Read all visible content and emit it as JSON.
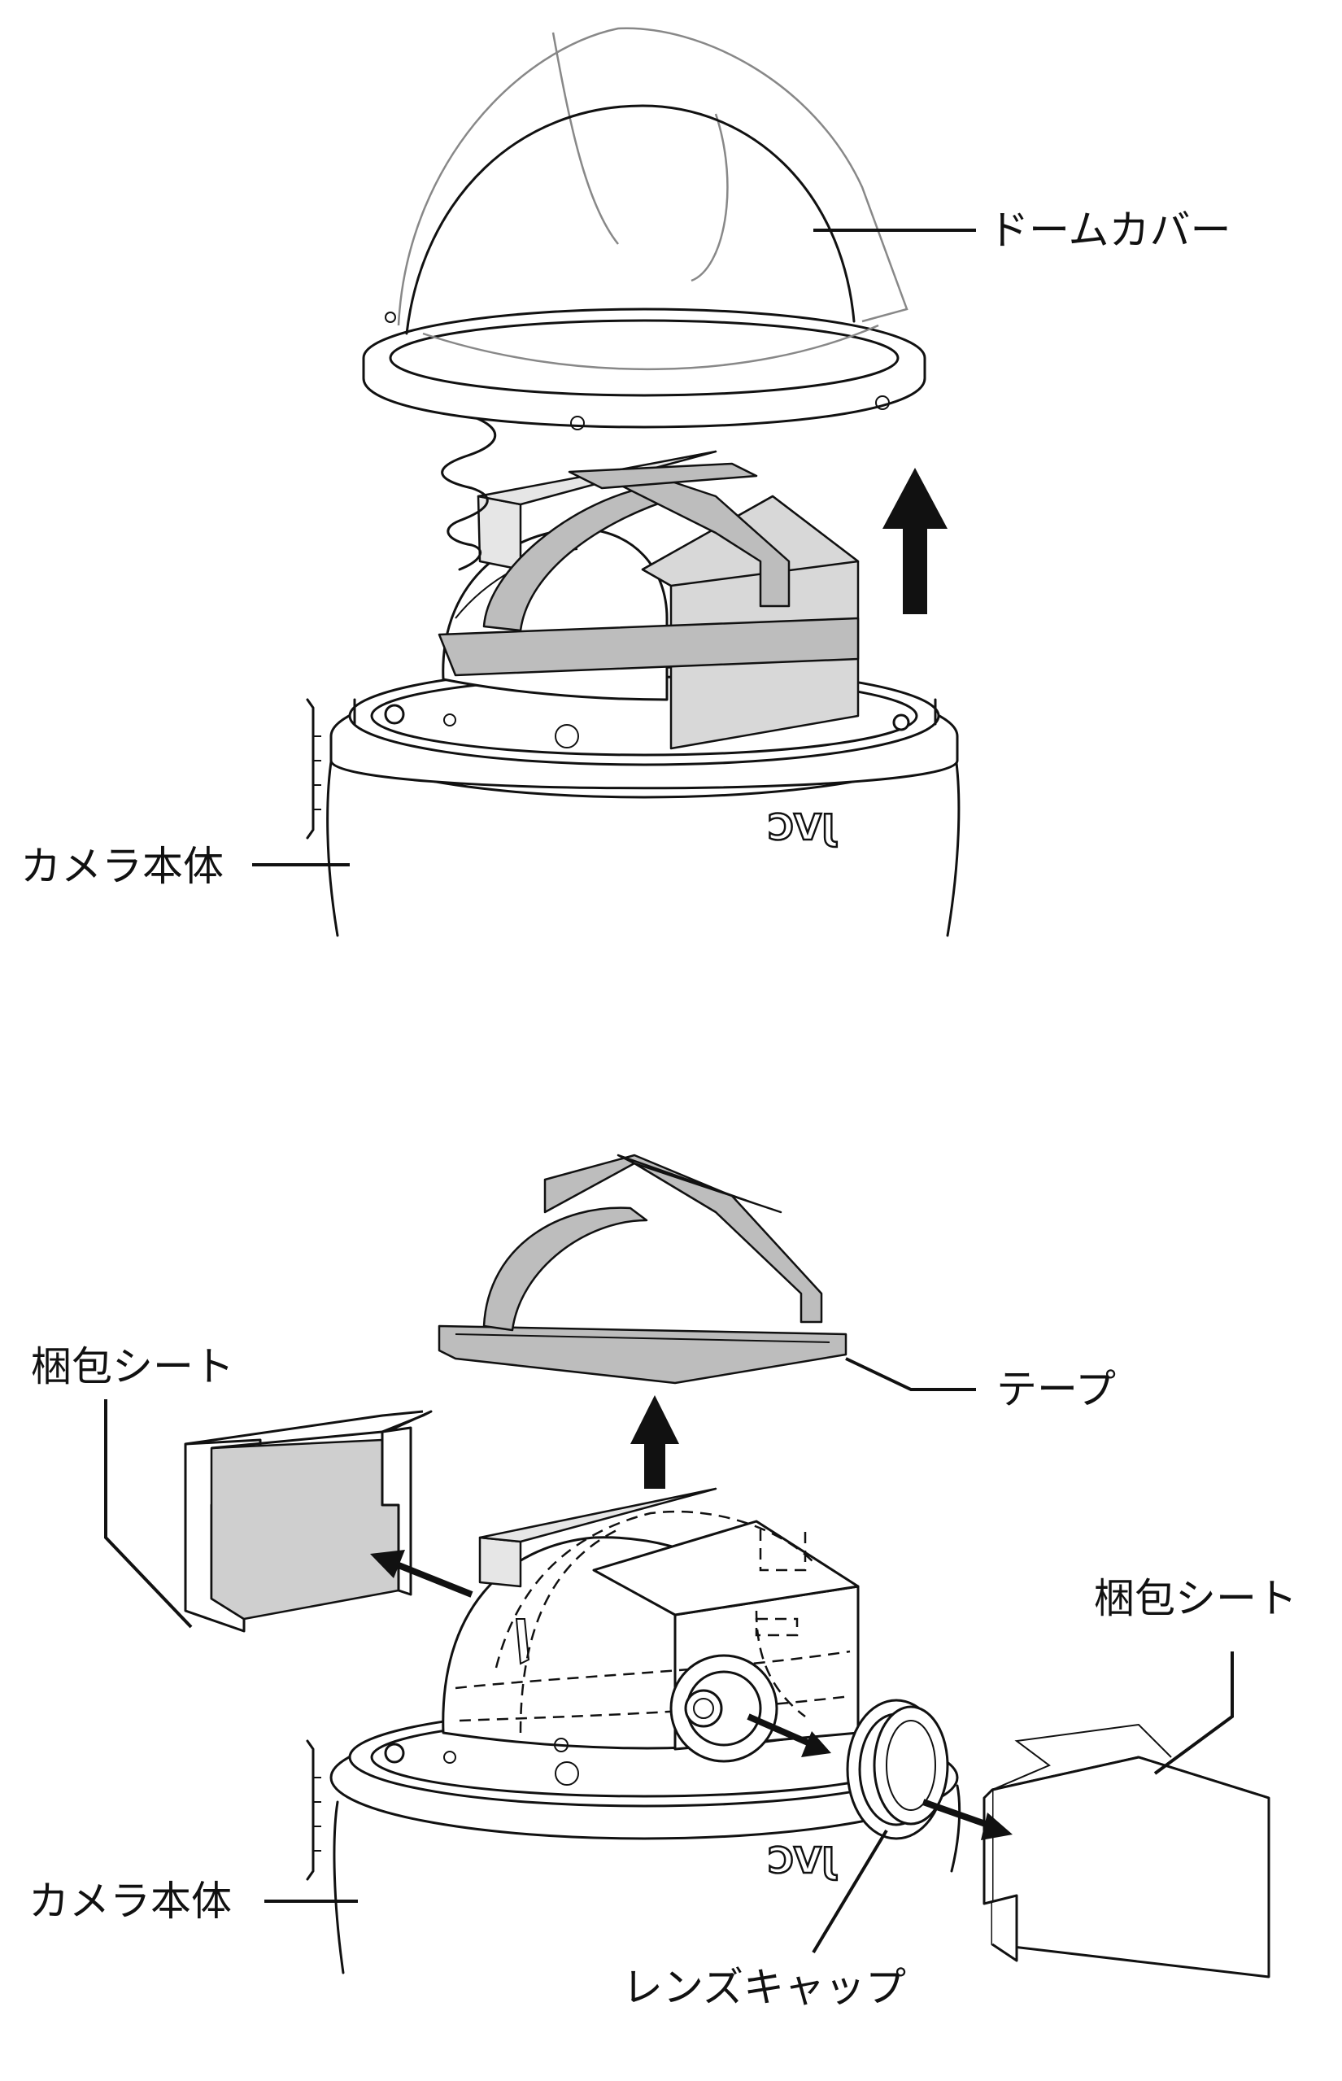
{
  "labels": {
    "dome_cover": "ドームカバー",
    "camera_body_top": "カメラ本体",
    "packing_sheet_left": "梱包シート",
    "tape": "テープ",
    "packing_sheet_right": "梱包シート",
    "camera_body_bottom": "カメラ本体",
    "lens_cap": "レンズキャップ"
  },
  "logo_text": "JVC",
  "colors": {
    "line": "#111111",
    "tape_fill": "#bdbdbd",
    "box_fill": "#d8d8d8",
    "sheet_fill": "#d0d0d0",
    "dome_stroke": "#888888"
  }
}
